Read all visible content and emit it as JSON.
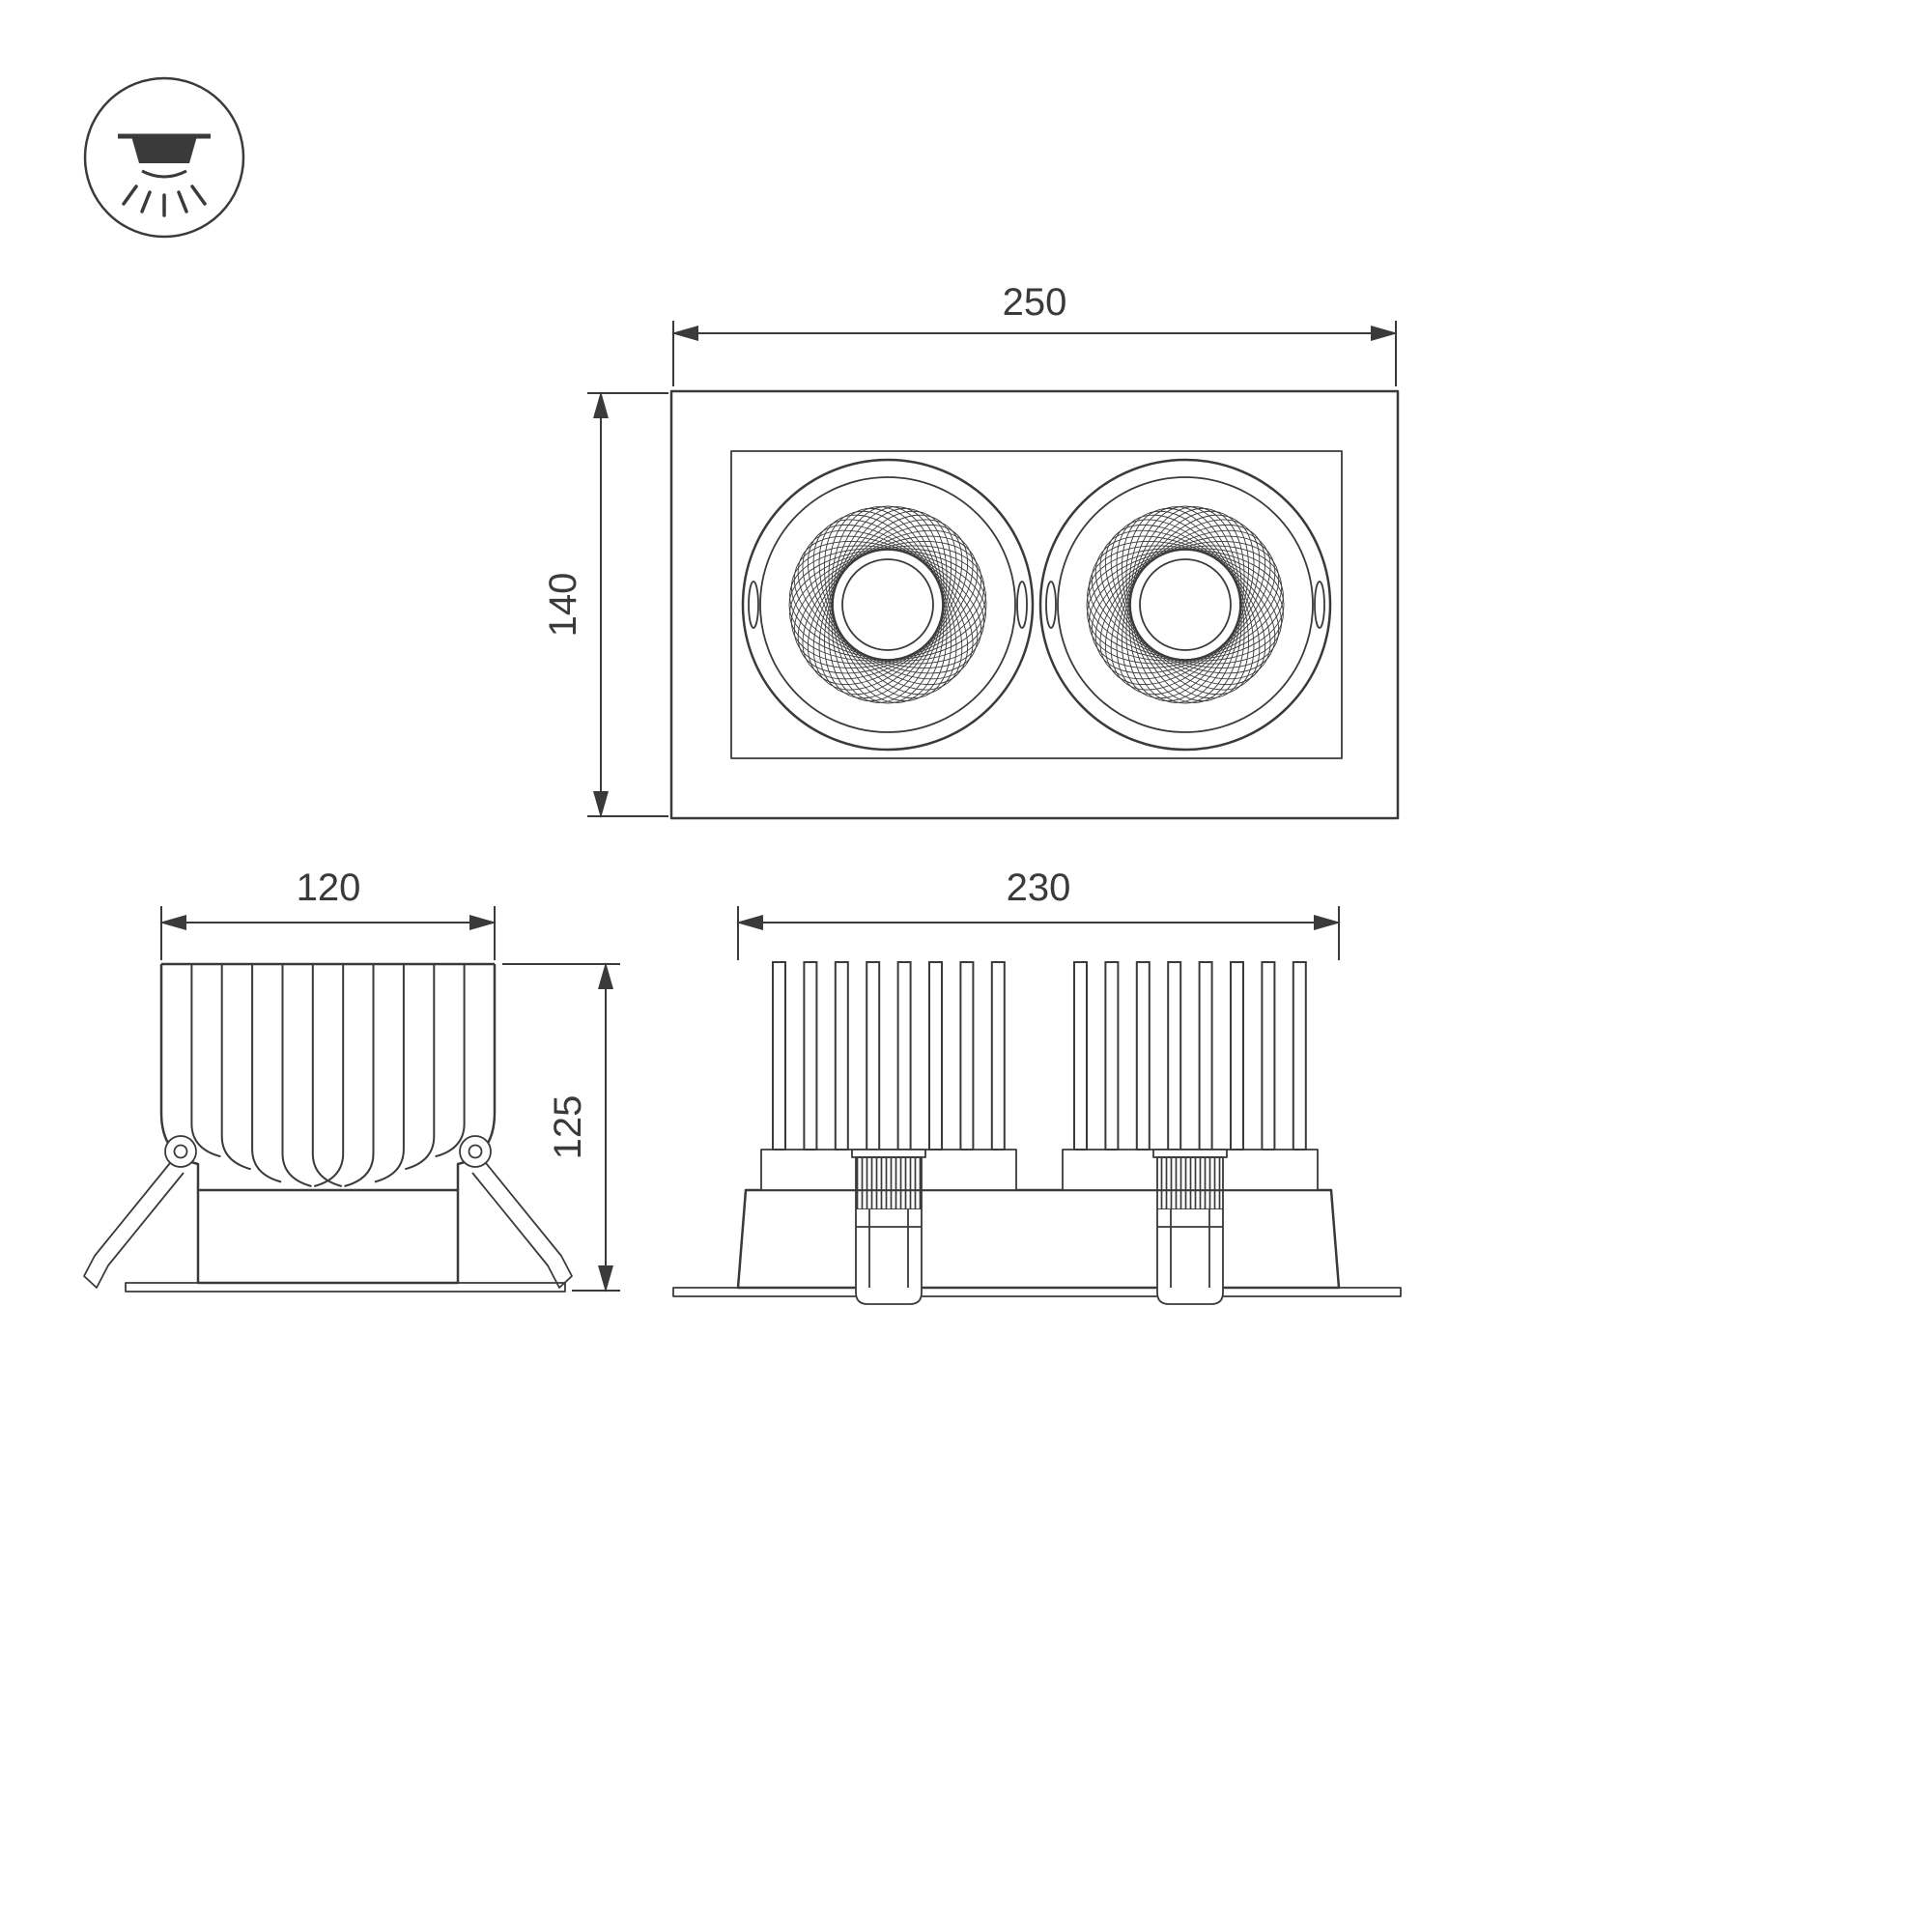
{
  "icon": {
    "name": "recessed-downlight-icon"
  },
  "dimensions": {
    "front_width_mm": "250",
    "front_height_mm": "140",
    "side_width_mm": "120",
    "side_height_mm": "125",
    "rear_width_mm": "230"
  },
  "colors": {
    "line": "#3a3a3a",
    "background": "#ffffff"
  }
}
